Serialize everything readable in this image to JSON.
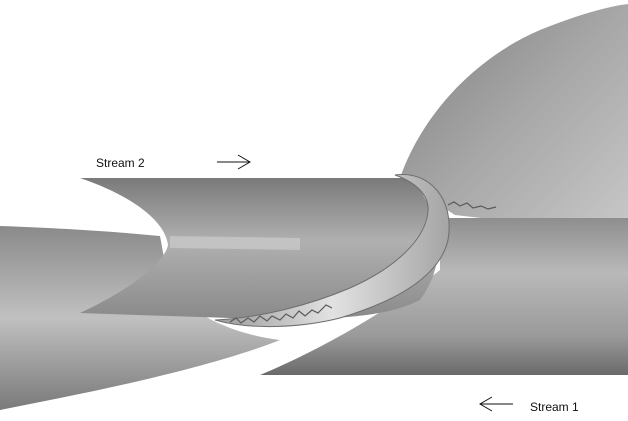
{
  "labels": {
    "stream2": "Stream 2",
    "stream1": "Stream 1"
  },
  "arrows": {
    "stream2_direction": "right",
    "stream1_direction": "left"
  },
  "colors": {
    "background": "#ffffff",
    "surface_dark": "#6f6f6f",
    "surface_mid": "#9c9c9c",
    "surface_light": "#d8d8d8",
    "text": "#111111"
  }
}
